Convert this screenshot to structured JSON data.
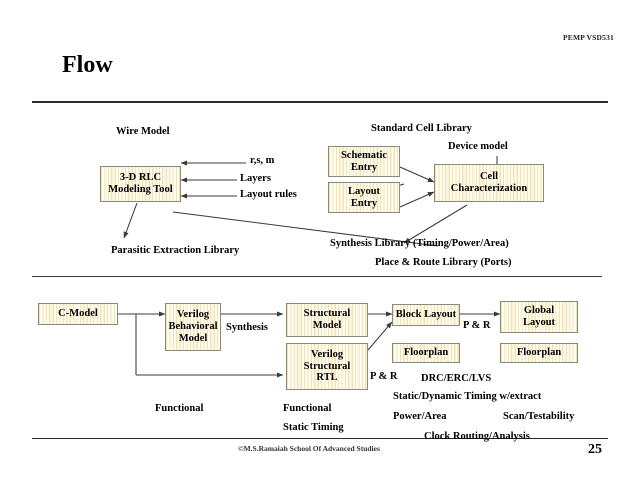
{
  "header": {
    "course_code": "PEMP VSD531",
    "title": "Flow"
  },
  "footer": {
    "copyright": "©M.S.Ramaiah School Of Advanced Studies",
    "page_number": "25"
  },
  "upper_section": {
    "boxes": [
      {
        "id": "rlc-modeling-tool",
        "label": "3-D RLC\nModeling Tool",
        "line1": "3-D RLC",
        "line2": "Modeling Tool"
      },
      {
        "id": "schematic-entry",
        "line1": "Schematic",
        "line2": "Entry"
      },
      {
        "id": "layout-entry",
        "line1": "Layout",
        "line2": "Entry"
      },
      {
        "id": "cell-characterization",
        "line1": "Cell",
        "line2": "Characterization"
      }
    ],
    "labels": {
      "wire_model": "Wire Model",
      "standard_cell_library": "Standard Cell Library",
      "device_model": "Device model",
      "rsm": "r,s, m",
      "layers": "Layers",
      "layout_rules": "Layout rules",
      "parasitic_extraction_library": "Parasitic Extraction Library",
      "synthesis_library": "Synthesis Library (Timing/Power/Area)",
      "place_route_library": "Place & Route Library (Ports)"
    }
  },
  "lower_section": {
    "boxes": [
      {
        "id": "c-model",
        "line1": "C-Model"
      },
      {
        "id": "verilog-behavioral-model",
        "line1": "Verilog",
        "line2": "Behavioral",
        "line3": "Model"
      },
      {
        "id": "structural-model",
        "line1": "Structural",
        "line2": "Model"
      },
      {
        "id": "verilog-structural-rtl",
        "line1": "Verilog",
        "line2": "Structural",
        "line3": "RTL"
      },
      {
        "id": "block-layout",
        "line1": "Block Layout"
      },
      {
        "id": "floorplan-left",
        "line1": "Floorplan"
      },
      {
        "id": "global-layout",
        "line1": "Global",
        "line2": "Layout"
      },
      {
        "id": "floorplan-right",
        "line1": "Floorplan"
      }
    ],
    "labels": {
      "synthesis": "Synthesis",
      "p_and_r_left": "P & R",
      "p_and_r_right": "P & R",
      "functional_1": "Functional",
      "functional_2": "Functional",
      "static_timing": "Static Timing",
      "drc_erc_lvs": "DRC/ERC/LVS",
      "static_dynamic_timing": "Static/Dynamic Timing w/extract",
      "power_area": "Power/Area",
      "scan_testability": "Scan/Testability",
      "clock_routing": "Clock Routing/Analysis"
    }
  },
  "colors": {
    "box_fill": "#fdf6de",
    "box_stripe": "#f3e3b0",
    "box_border": "#8a8a7a",
    "rule": "#2b2b2b",
    "text": "#000000"
  }
}
